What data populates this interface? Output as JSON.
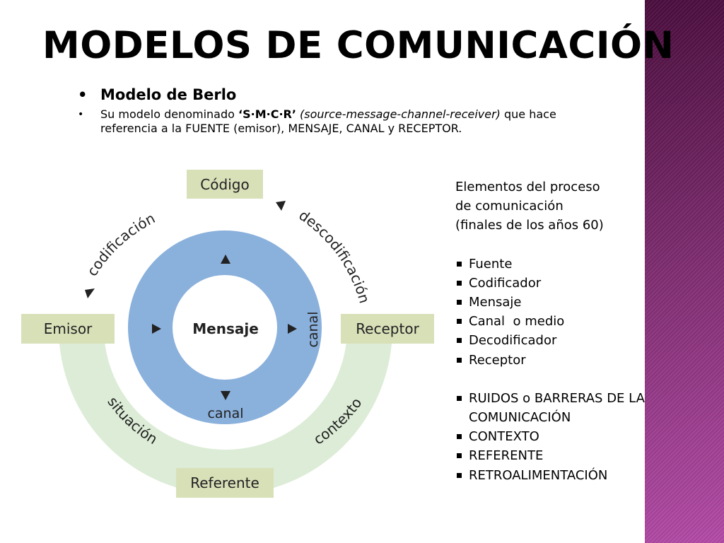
{
  "slide": {
    "title": "MODELOS DE COMUNICACIÓN",
    "bullets": {
      "model_name": "Modelo de Berlo",
      "desc_pre": "Su modelo denominado ",
      "smcr": "‘S·M·C·R’",
      "desc_italic": " (source-message-channel-receiver)",
      "desc_post": " que hace referencia a la FUENTE (emisor), MENSAJE, CANAL y RECEPTOR."
    }
  },
  "diagram": {
    "top_box": "Código",
    "left_box": "Emisor",
    "right_box": "Receptor",
    "bottom_box": "Referente",
    "center": "Mensaje",
    "arc_codificacion": "codificación",
    "arc_descodificacion": "descodificación",
    "arc_situacion": "situación",
    "arc_contexto": "contexto",
    "canal_right": "canal",
    "canal_bottom": "canal",
    "colors": {
      "box": "#d8e0b8",
      "blue_ring": "#8ab0dc",
      "green_band": "#dcecd6",
      "text": "#222222"
    }
  },
  "elements": {
    "intro": [
      "Elementos del proceso",
      "de comunicación",
      "(finales de los años 60)"
    ],
    "group1": [
      "Fuente",
      "Codificador",
      "Mensaje",
      "Canal  o medio",
      "Decodificador",
      "Receptor"
    ],
    "group2": [
      "RUIDOS o BARRERAS DE LA COMUNICACIÓN",
      "CONTEXTO",
      "REFERENTE",
      "RETROALIMENTACIÓN"
    ]
  },
  "theme": {
    "side_bar": "#7a2a6c"
  }
}
